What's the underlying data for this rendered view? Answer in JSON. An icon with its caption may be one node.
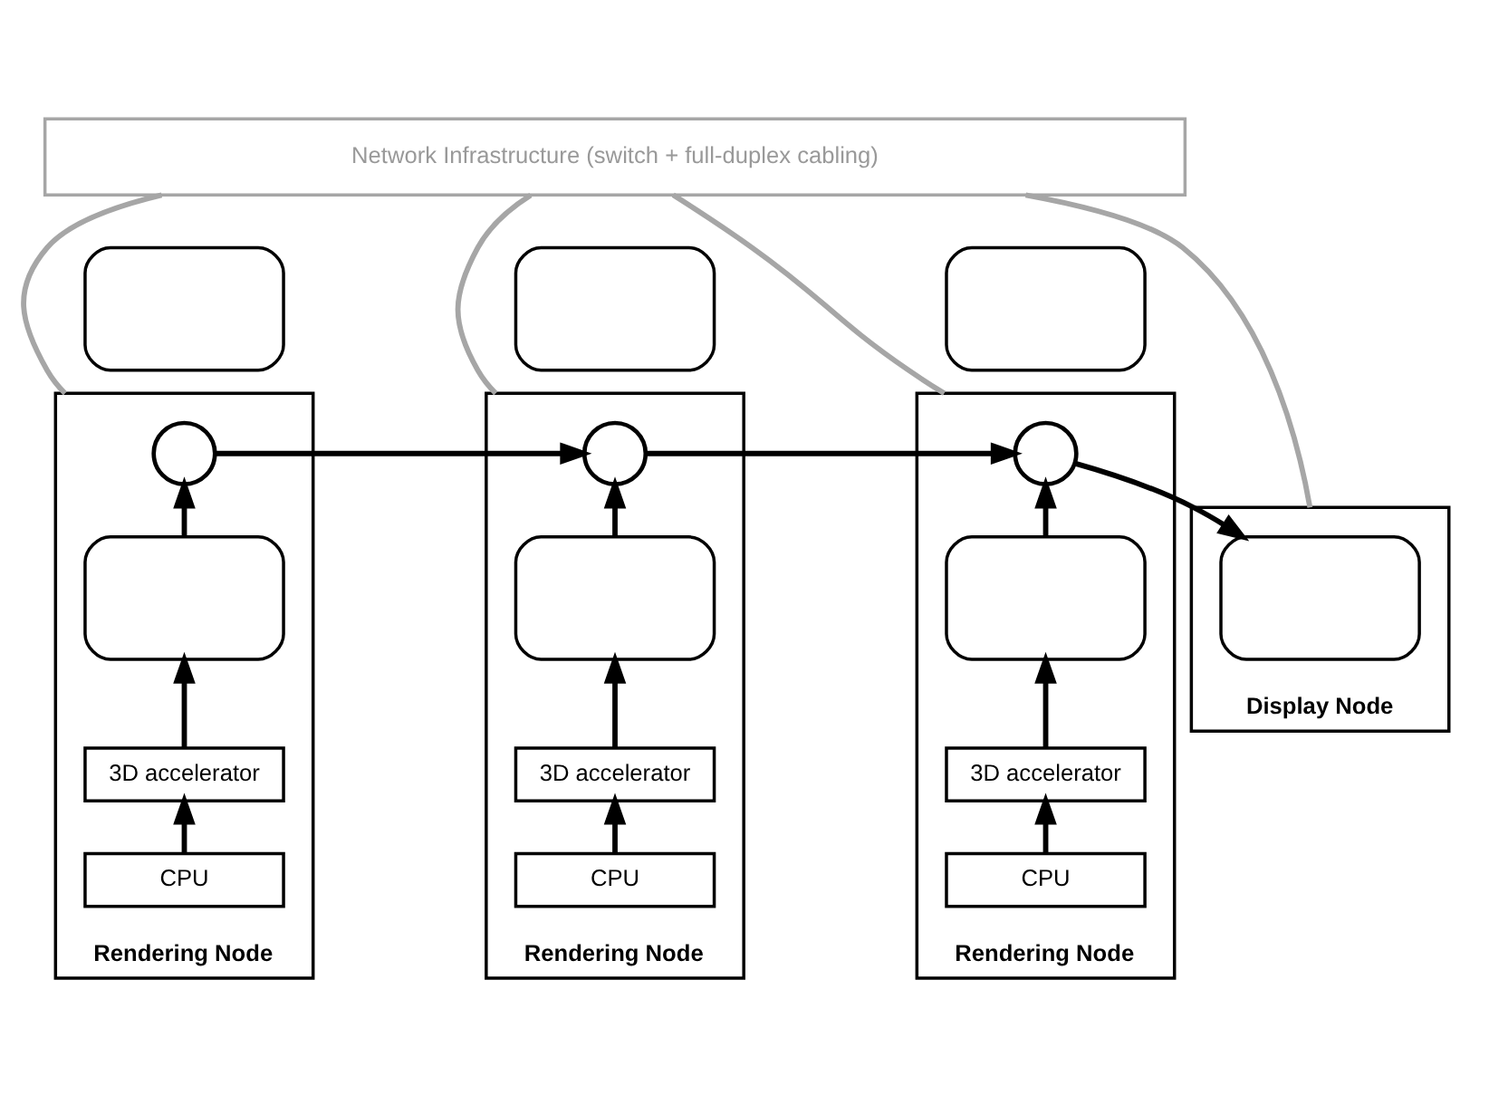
{
  "diagram": {
    "nodes": [
      {
        "text": [
          "Network Infrastructure (switch + full-duplex cabling)"
        ]
      },
      {
        "text": [],
        "shape": "box"
      },
      {
        "text": [],
        "shape": "box"
      },
      {
        "text": [],
        "shape": "box"
      },
      {
        "text": [
          "Rendering Node"
        ]
      },
      {
        "text": [],
        "shape": "circle",
        "in": 4
      },
      {
        "text": [],
        "shape": "box",
        "in": 4
      },
      {
        "text": [
          "3D accelerator"
        ],
        "in": 4
      },
      {
        "text": [
          "CPU"
        ],
        "in": 4
      },
      {
        "text": [
          "Rendering Node"
        ]
      },
      {
        "text": [],
        "shape": "circle",
        "in": 9
      },
      {
        "text": [],
        "shape": "box",
        "in": 9
      },
      {
        "text": [
          "3D accelerator"
        ],
        "in": 9
      },
      {
        "text": [
          "CPU"
        ],
        "in": 9
      },
      {
        "text": [
          "Rendering Node"
        ]
      },
      {
        "text": [],
        "shape": "circle",
        "in": 14
      },
      {
        "text": [],
        "shape": "box",
        "in": 14
      },
      {
        "text": [
          "3D accelerator"
        ],
        "in": 14
      },
      {
        "text": [
          "CPU"
        ],
        "in": 14
      },
      {
        "text": [
          "Display Node"
        ]
      },
      {
        "text": [],
        "shape": "box",
        "in": 19
      }
    ],
    "edges": [
      {
        "from": 0,
        "to": 4,
        "arrow": "none",
        "color": "#a6a6a6"
      },
      {
        "from": 0,
        "to": 9,
        "arrow": "none",
        "color": "#a6a6a6"
      },
      {
        "from": 0,
        "to": 14,
        "arrow": "none",
        "color": "#a6a6a6"
      },
      {
        "from": 0,
        "to": 19,
        "arrow": "none",
        "color": "#a6a6a6"
      },
      {
        "from": 8,
        "to": 7,
        "arrow": "to"
      },
      {
        "from": 7,
        "to": 6,
        "arrow": "to"
      },
      {
        "from": 6,
        "to": 5,
        "arrow": "to"
      },
      {
        "from": 13,
        "to": 12,
        "arrow": "to"
      },
      {
        "from": 12,
        "to": 11,
        "arrow": "to"
      },
      {
        "from": 11,
        "to": 10,
        "arrow": "to"
      },
      {
        "from": 18,
        "to": 17,
        "arrow": "to"
      },
      {
        "from": 17,
        "to": 16,
        "arrow": "to"
      },
      {
        "from": 16,
        "to": 15,
        "arrow": "to"
      },
      {
        "from": 5,
        "to": 10,
        "arrow": "to"
      },
      {
        "from": 10,
        "to": 15,
        "arrow": "to"
      },
      {
        "from": 15,
        "to": 20,
        "arrow": "to"
      }
    ]
  }
}
